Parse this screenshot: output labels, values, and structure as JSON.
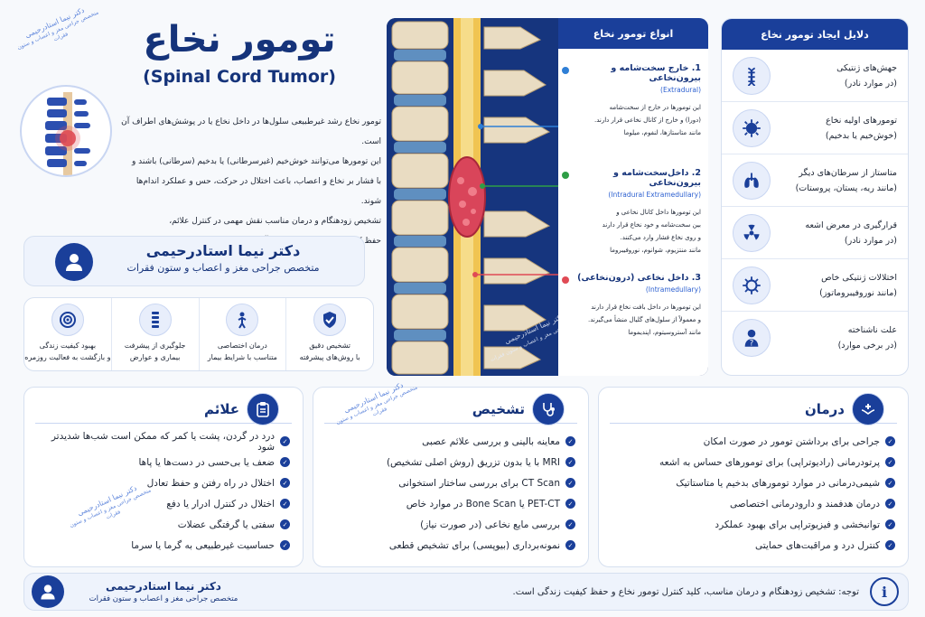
{
  "title": "تومور نخاع",
  "subtitle": "(Spinal Cord Tumor)",
  "stamp_top": {
    "name": "دکتر نیما استادرحیمی",
    "spec": "متخصص جراحی مغز و اعصاب و ستون فقرات"
  },
  "intro": [
    "تومور نخاع رشد غیرطبیعی سلول‌ها در داخل نخاع یا در پوشش‌های اطراف آن است.",
    "این تومورها می‌توانند خوش‌خیم (غیرسرطانی) یا بدخیم (سرطانی) باشند و",
    "با فشار بر نخاع و اعصاب، باعث اختلال در حرکت، حس و عملکرد اندام‌ها شوند.",
    "تشخیص زودهنگام و درمان مناسب نقش مهمی در کنترل علائم،",
    "حفظ کیفیت زندگی و جلوگیری از آسیب‌های دائمی دارد."
  ],
  "doctor": {
    "name": "دکتر نیما استادرحیمی",
    "spec": "متخصص جراحی مغز و اعصاب و ستون فقرات"
  },
  "benefits": [
    {
      "icon": "target-icon",
      "text": [
        "بهبود کیفیت زندگی",
        "و بازگشت به فعالیت روزمره"
      ]
    },
    {
      "icon": "spine-icon",
      "text": [
        "جلوگیری از پیشرفت",
        "بیماری و عوارض"
      ]
    },
    {
      "icon": "person-icon",
      "text": [
        "درمان اختصاصی",
        "متناسب با شرایط بیمار"
      ]
    },
    {
      "icon": "shield-check-icon",
      "text": [
        "تشخیص دقیق",
        "با روش‌های پیشرفته"
      ]
    }
  ],
  "image_watermark": {
    "name": "دکتر نیما استادرحیمی",
    "spec": "متخصص جراحی مغز و اعصاب و ستون فقرات"
  },
  "types": {
    "header": "انواع تومور نخاع",
    "items": [
      {
        "title": "1. خارج سخت‌شامه و بیرون‌نخاعی",
        "latin": "(Extradural)",
        "dot": "#2f7fd6",
        "desc": [
          "این تومورها در خارج از سخت‌شامه",
          "(دورا) و خارج از کانال نخاعی قرار دارند.",
          "مانند متاستازها، لنفوم، میلوما"
        ]
      },
      {
        "title": "2. داخل‌سخت‌شامه و بیرون‌نخاعی",
        "latin": "(Intradural Extramedullary)",
        "dot": "#2e9e46",
        "desc": [
          "این تومورها داخل کانال نخاعی و",
          "بین سخت‌شامه و خود نخاع قرار دارند",
          "و روی نخاع فشار وارد می‌کنند.",
          "مانند منتزیوم، شوانوم، نوروفیبروما"
        ]
      },
      {
        "title": "3. داخل نخاعی (درون‌نخاعی)",
        "latin": "(Intramedullary)",
        "dot": "#e04a55",
        "desc": [
          "این تومورها در داخل بافت نخاع قرار دارند",
          "و معمولاً از سلول‌های گلیال منشأ می‌گیرند.",
          "مانند آستروسیتوم، اپندیموما"
        ]
      }
    ]
  },
  "causes": {
    "header": "دلایل ایجاد تومور نخاع",
    "items": [
      {
        "icon": "dna-icon",
        "l1": "جهش‌های ژنتیکی",
        "l2": "(در موارد نادر)"
      },
      {
        "icon": "cell-icon",
        "l1": "تومورهای اولیه نخاع",
        "l2": "(خوش‌خیم یا بدخیم)"
      },
      {
        "icon": "lungs-icon",
        "l1": "متاستاز از سرطان‌های دیگر",
        "l2": "(مانند ریه، پستان، پروستات)"
      },
      {
        "icon": "radiation-icon",
        "l1": "قرارگیری در معرض اشعه",
        "l2": "(در موارد نادر)"
      },
      {
        "icon": "virus-icon",
        "l1": "اختلالات ژنتیکی خاص",
        "l2": "(مانند نوروفیبروماتوز)"
      },
      {
        "icon": "question-person-icon",
        "l1": "علت ناشناخته",
        "l2": "(در برخی موارد)"
      }
    ]
  },
  "symptoms": {
    "header": "علائم",
    "items": [
      "درد در گردن، پشت یا کمر که ممکن است شب‌ها شدیدتر شود",
      "ضعف یا بی‌حسی در دست‌ها یا پاها",
      "اختلال در راه رفتن و حفظ تعادل",
      "اختلال در کنترل ادرار یا دفع",
      "سفتی یا گرفتگی عضلات",
      "حساسیت غیرطبیعی به گرما یا سرما"
    ]
  },
  "diagnosis": {
    "header": "تشخیص",
    "items": [
      "معاینه بالینی و بررسی علائم عصبی",
      "MRI با یا بدون تزریق (روش اصلی تشخیص)",
      "CT Scan برای بررسی ساختار استخوانی",
      "PET-CT یا Bone Scan در موارد خاص",
      "بررسی مایع نخاعی (در صورت نیاز)",
      "نمونه‌برداری (بیوپسی) برای تشخیص قطعی"
    ]
  },
  "treatment": {
    "header": "درمان",
    "items": [
      "جراحی برای برداشتن تومور در صورت امکان",
      "پرتودرمانی (رادیوتراپی) برای تومورهای حساس به اشعه",
      "شیمی‌درمانی در موارد تومورهای بدخیم یا متاستاتیک",
      "درمان هدفمند و دارودرمانی اختصاصی",
      "توانبخشی و فیزیوتراپی برای بهبود عملکرد",
      "کنترل درد و مراقبت‌های حمایتی"
    ]
  },
  "footer": {
    "note": "توجه: تشخیص زودهنگام و درمان مناسب، کلید کنترل تومور نخاع و حفظ کیفیت زندگی است.",
    "name": "دکتر نیما استادرحیمی",
    "spec": "متخصص جراحی مغز و اعصاب و ستون فقرات"
  },
  "colors": {
    "navy": "#15337a",
    "accent": "#1a3f9a",
    "tumor": "#d9455a"
  }
}
